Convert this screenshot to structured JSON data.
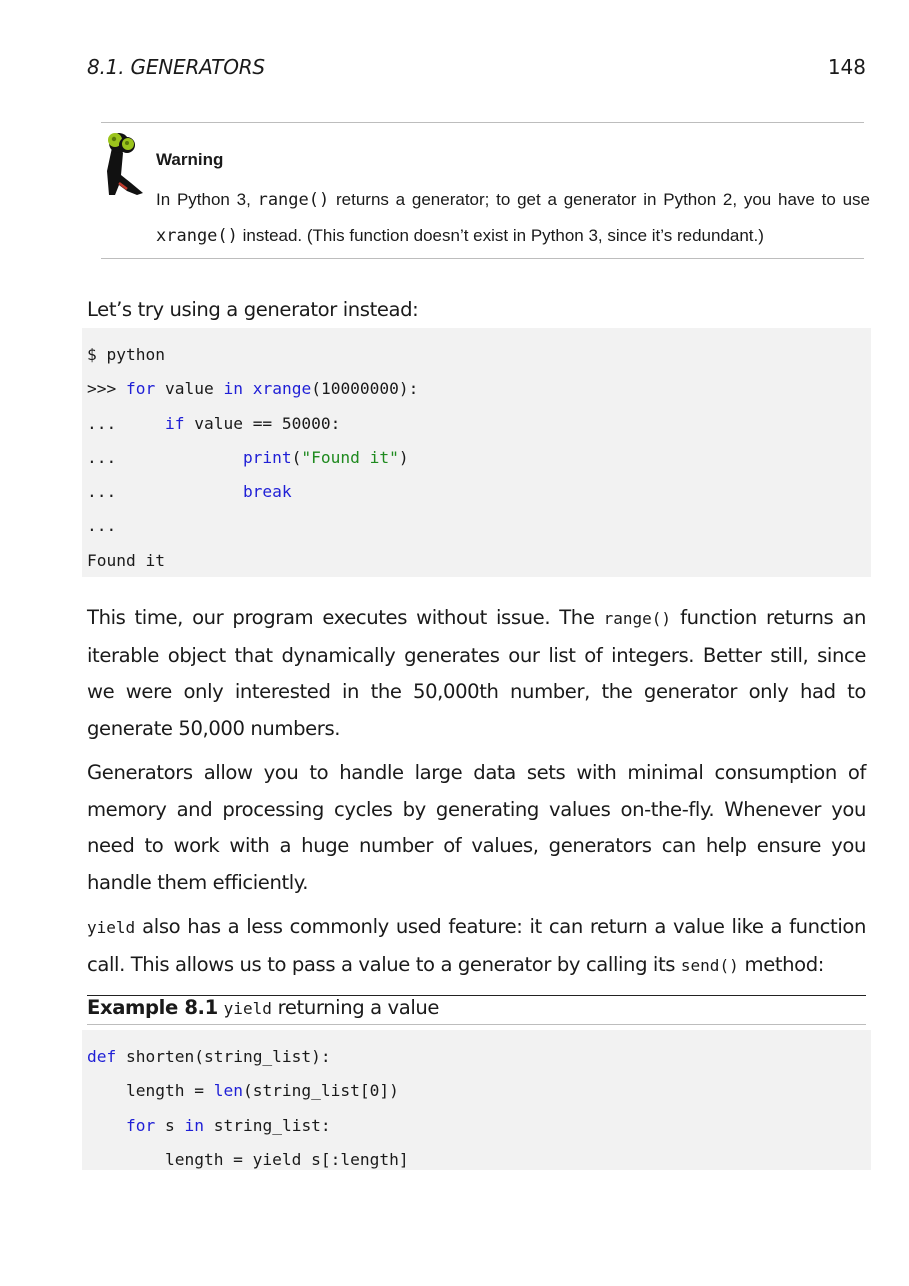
{
  "header": {
    "running_head": "8.1.  GENERATORS",
    "page_number": "148"
  },
  "warning": {
    "icon": "warning-figure-icon",
    "title": "Warning",
    "text_1": "In Python 3, ",
    "code_1": "range()",
    "text_2": " returns a generator; to get a generator in Python 2, you have to use ",
    "code_2": "xrange()",
    "text_3": " instead. (This function doesn’t exist in Python 3, since it’s redundant.)"
  },
  "intro": "Let’s try using a generator instead:",
  "code_block_1": {
    "lines": [
      [
        {
          "t": "$ python"
        }
      ],
      [
        {
          "t": ">>> "
        },
        {
          "t": "for",
          "k": "kw"
        },
        {
          "t": " value "
        },
        {
          "t": "in",
          "k": "kw"
        },
        {
          "t": " "
        },
        {
          "t": "xrange",
          "k": "kw"
        },
        {
          "t": "(10000000):"
        }
      ],
      [
        {
          "t": "...     "
        },
        {
          "t": "if",
          "k": "kw"
        },
        {
          "t": " value == 50000:"
        }
      ],
      [
        {
          "t": "...             "
        },
        {
          "t": "print",
          "k": "kw"
        },
        {
          "t": "("
        },
        {
          "t": "\"Found it\"",
          "k": "str"
        },
        {
          "t": ")"
        }
      ],
      [
        {
          "t": "...             "
        },
        {
          "t": "break",
          "k": "kw"
        }
      ],
      [
        {
          "t": "..."
        }
      ],
      [
        {
          "t": "Found it"
        }
      ]
    ]
  },
  "para_1": {
    "a": "This time, our program executes without issue.  The ",
    "code": "range()",
    "b": " function returns an iterable object that dynamically generates our list of integers. Better still, since we were only interested in the 50,000th number, the generator only had to generate 50,000 numbers."
  },
  "para_2": "Generators allow you to handle large data sets with minimal consumption of mem­ory and processing cycles by generating values on-the-fly.  Whenever you need to work with a huge number of values, generators can help ensure you handle them efficiently.",
  "para_3": {
    "code_1": "yield",
    "a": " also has a less commonly used feature:  it can return a value like a function call. This allows us to pass a value to a generator by calling its ",
    "code_2": "send()",
    "b": " method:"
  },
  "example": {
    "label": "Example 8.1",
    "code": "yield",
    "caption": " returning a value"
  },
  "code_block_2": {
    "lines": [
      [
        {
          "t": "def",
          "k": "kw"
        },
        {
          "t": " shorten(string_list):"
        }
      ],
      [
        {
          "t": "    length = "
        },
        {
          "t": "len",
          "k": "kw"
        },
        {
          "t": "(string_list[0])"
        }
      ],
      [
        {
          "t": "    "
        },
        {
          "t": "for",
          "k": "kw"
        },
        {
          "t": " s "
        },
        {
          "t": "in",
          "k": "kw"
        },
        {
          "t": " string_list:"
        }
      ],
      [
        {
          "t": "        length = yield s[:length]"
        }
      ]
    ]
  },
  "colors": {
    "keyword": "#1f1fd6",
    "string": "#1f8a1f",
    "code_background": "#f2f2f2"
  }
}
